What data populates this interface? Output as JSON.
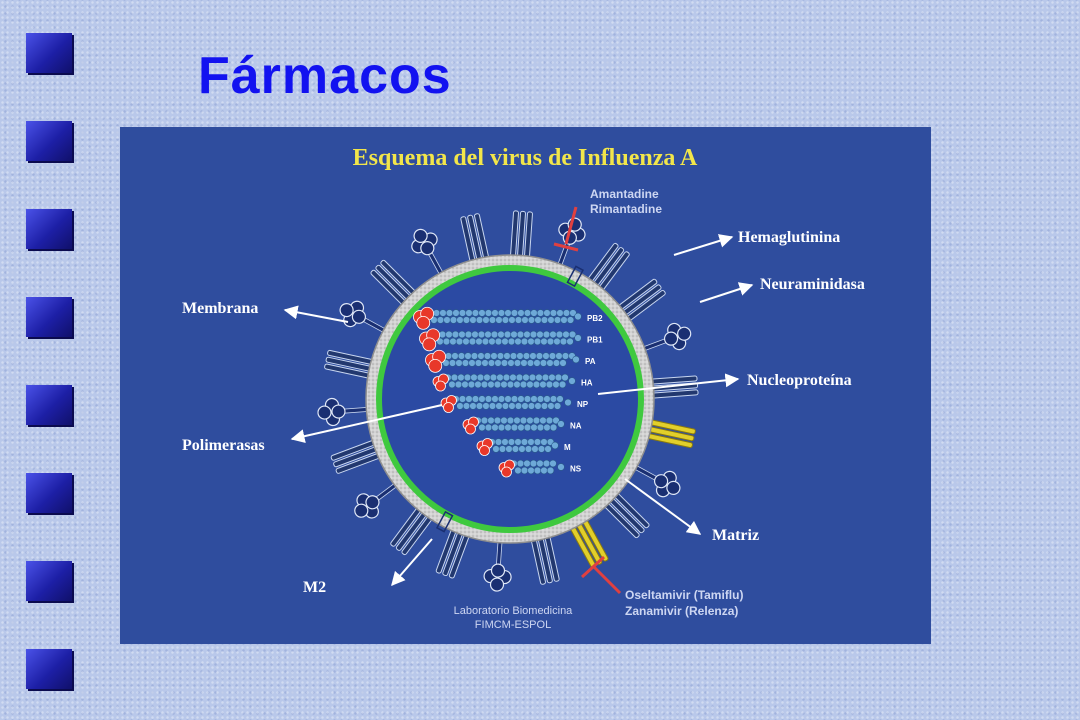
{
  "slide": {
    "title": "Fármacos"
  },
  "diagram": {
    "title": "Esquema del virus de Influenza A",
    "labels": {
      "membrana": "Membrana",
      "polimerasas": "Polimerasas",
      "m2": "M2",
      "hemaglutinina": "Hemaglutinina",
      "neuraminidasa": "Neuraminidasa",
      "nucleoproteina": "Nucleoproteína",
      "matriz": "Matriz"
    },
    "drugs_top": [
      "Amantadine",
      "Rimantadine"
    ],
    "drugs_bottom": [
      "Oseltamivir (Tamiflu)",
      "Zanamivir (Relenza)"
    ],
    "segments": [
      "PB2",
      "PB1",
      "PA",
      "HA",
      "NP",
      "NA",
      "M",
      "NS"
    ],
    "credit": [
      "Laboratorio Biomedicina",
      "FIMCM-ESPOL"
    ],
    "colors": {
      "panel": "#2f4d9e",
      "title": "#f2e64a",
      "matrix": "#3fc93f",
      "membrane": "#cfcfcf",
      "interior": "#2b4aa3",
      "beads": "#6ea9d8",
      "polymerase": "#e8382a",
      "hemagglutinin": "#e2cf2a",
      "inhibitor": "#e04040"
    }
  }
}
